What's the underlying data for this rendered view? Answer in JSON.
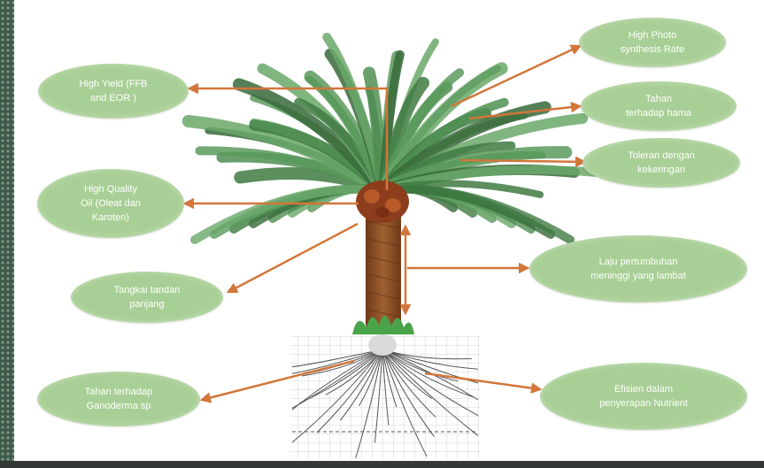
{
  "labels": {
    "high_yield": "High Yield (FFB\nand EOR )",
    "high_quality": "High Quality\nOil (Oleat dan\nKaroten)",
    "tangkai": "Tangkai tandan\npanjang",
    "ganoderma": "Tahan terhadap\nGanoderma sp",
    "photo": "High Photo\nsynthesis Rate",
    "hama": "Tahan\nterhadap hama",
    "kekeringan": "Toleran dengan\nkekeringan",
    "laju": "Laju pertumbuhan\nmeninggi yang lambat",
    "efisien": "Efisien dalam\npenyerapan Nutrient"
  },
  "colors": {
    "oval": "#a8cf95",
    "arrow": "#d2763a",
    "frond": "#3f7a42",
    "trunk": "#8a4a22",
    "border": "#3d5a4a"
  }
}
